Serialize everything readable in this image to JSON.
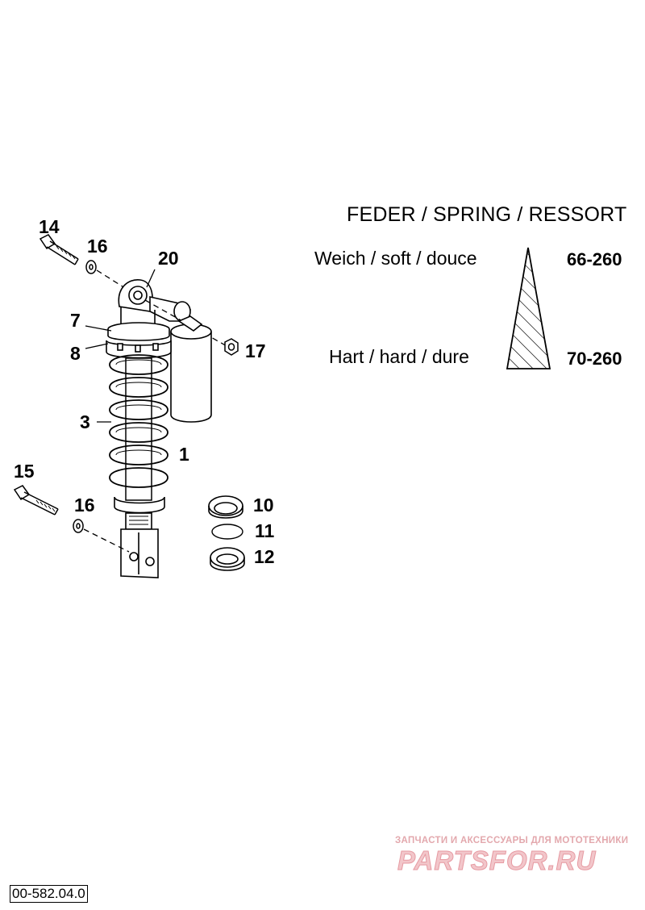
{
  "callouts": {
    "c14": "14",
    "c16a": "16",
    "c20": "20",
    "c7": "7",
    "c8": "8",
    "c17": "17",
    "c3": "3",
    "c1": "1",
    "c15": "15",
    "c16b": "16",
    "c10": "10",
    "c11": "11",
    "c12": "12"
  },
  "spring_table": {
    "title": "FEDER / SPRING / RESSORT",
    "soft_label": "Weich / soft / douce",
    "soft_value": "66-260",
    "hard_label": "Hart / hard / dure",
    "hard_value": "70-260"
  },
  "watermark": {
    "tagline": "ЗАПЧАСТИ И АКСЕССУАРЫ ДЛЯ МОТОТЕХНИКИ",
    "logo": "PARTSFOR.RU"
  },
  "drawing_number": "00-582.04.0",
  "colors": {
    "line": "#000000",
    "background": "#ffffff",
    "watermark": "#e69aa2"
  }
}
